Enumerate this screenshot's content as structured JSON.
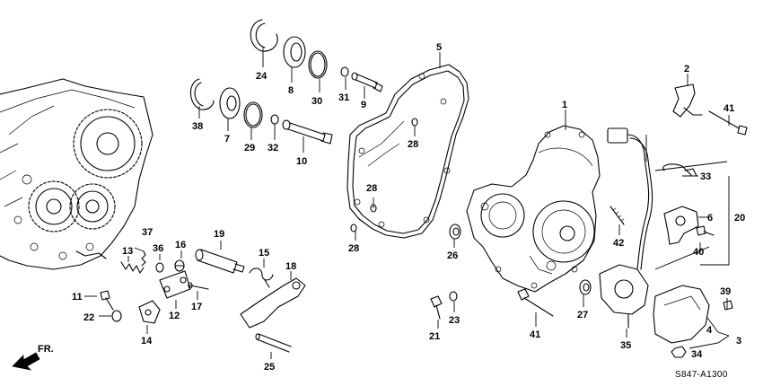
{
  "diagram": {
    "callouts": [
      "1",
      "2",
      "3",
      "4",
      "5",
      "6",
      "7",
      "8",
      "9",
      "10",
      "11",
      "12",
      "13",
      "14",
      "15",
      "16",
      "17",
      "18",
      "19",
      "20",
      "21",
      "22",
      "23",
      "24",
      "25",
      "26",
      "27",
      "28",
      "29",
      "30",
      "31",
      "32",
      "33",
      "34",
      "35",
      "36",
      "37",
      "38",
      "39",
      "40",
      "41",
      "42"
    ],
    "repeated_callouts": {
      "28": [
        "28",
        "28",
        "28"
      ],
      "41": [
        "41",
        "41"
      ]
    },
    "direction_label": "FR.",
    "diagram_code": "S847-A1300"
  }
}
